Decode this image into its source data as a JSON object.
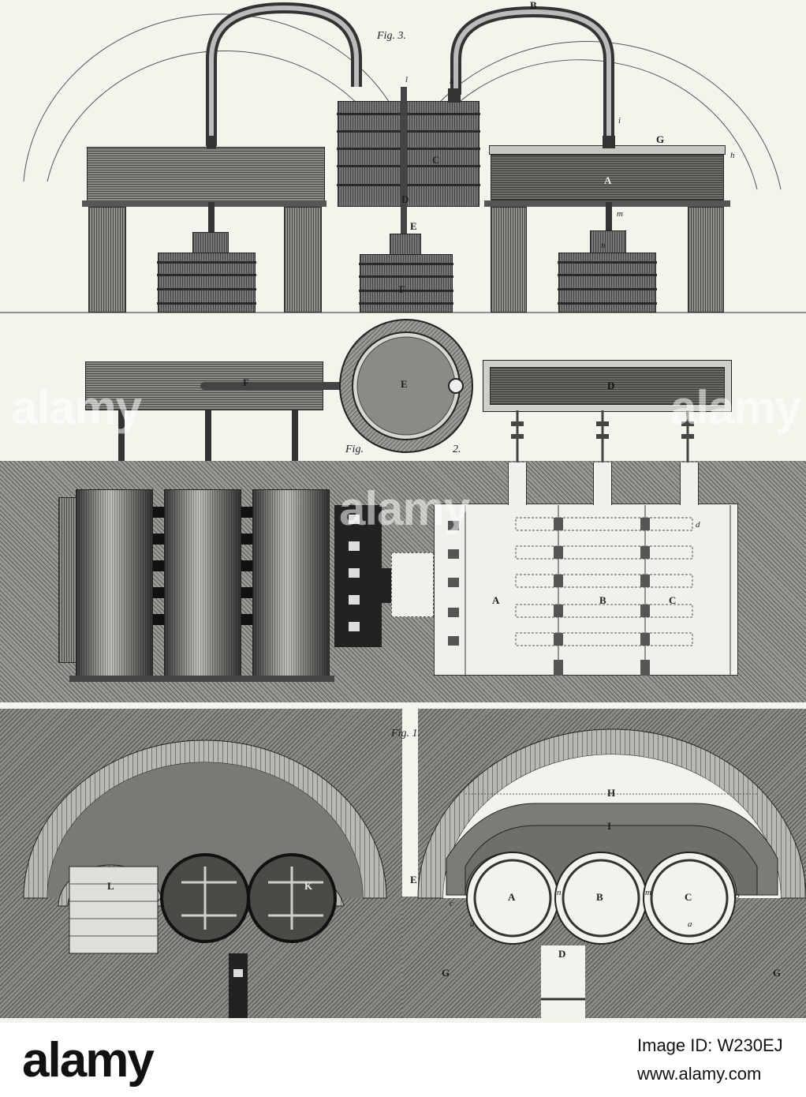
{
  "fig3": {
    "caption": "Fig. 3.",
    "labels": {
      "B": "B",
      "C": "C",
      "D": "D",
      "E": "E",
      "F": "F",
      "G": "G",
      "A": "A",
      "h": "h",
      "i": "i",
      "k": "k",
      "l": "l",
      "m": "m",
      "n": "n"
    }
  },
  "fig2": {
    "caption_left": "Fig.",
    "caption_right": "2.",
    "labels": {
      "F": "F",
      "E": "E",
      "D": "D",
      "A": "A",
      "B": "B",
      "C": "C",
      "d": "d"
    }
  },
  "fig1": {
    "caption": "Fig. 1.",
    "labels": {
      "L": "L",
      "K": "K",
      "H": "H",
      "I": "I",
      "A": "A",
      "B": "B",
      "C": "C",
      "D": "D",
      "E": "E",
      "G": "G",
      "n": "n",
      "m": "m",
      "o": "o",
      "a": "a",
      "c": "c"
    }
  },
  "watermark": {
    "text": "alamy"
  },
  "footer": {
    "brand": "alamy",
    "image_id": "Image ID: W230EJ",
    "url": "www.alamy.com"
  }
}
